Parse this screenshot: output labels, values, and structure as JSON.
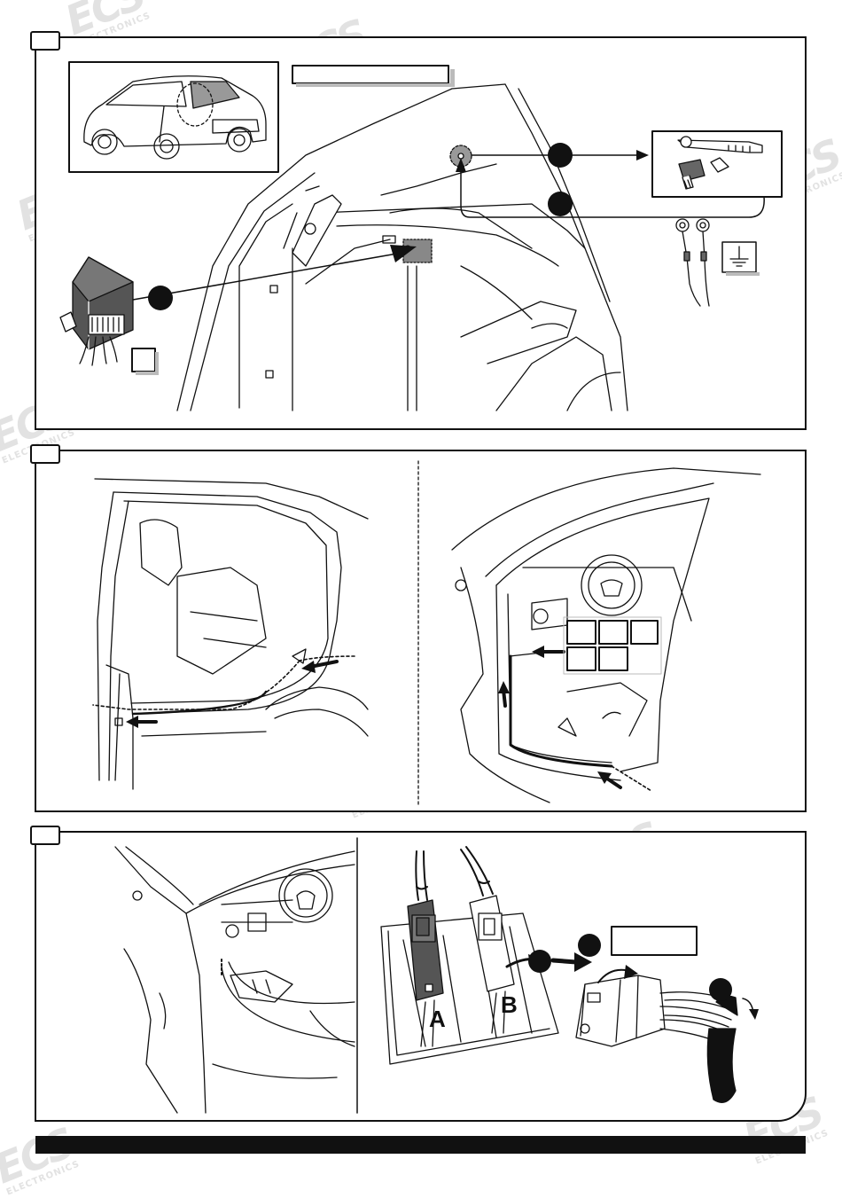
{
  "watermark": {
    "brand": "ECS",
    "sub": "ELECTRONICS"
  },
  "connectors": {
    "a_label": "A",
    "b_label": "B"
  },
  "colors": {
    "line": "#111111",
    "shadow": "#bbbbbb",
    "watermark": "#e2e2e2"
  }
}
